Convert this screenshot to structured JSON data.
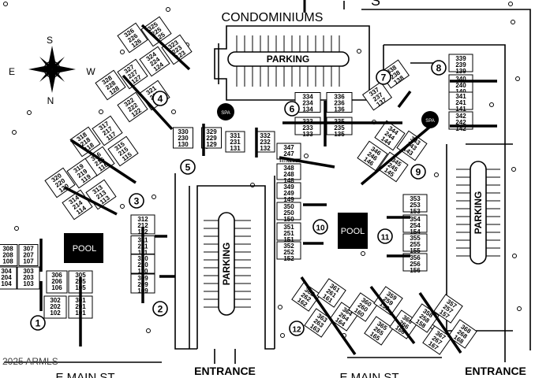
{
  "title": "CONDOMINIUMS",
  "compass": {
    "n": "N",
    "s": "S",
    "e": "E",
    "w": "W"
  },
  "parking": {
    "top": "PARKING",
    "center": "PARKING",
    "right": "PARKING"
  },
  "pools": {
    "left": "POOL",
    "center": "POOL"
  },
  "spas": {
    "left": "SPA",
    "right": "SPA"
  },
  "fitness": "FITNESS",
  "streets": {
    "left": "E MAIN ST",
    "right": "E MAIN ST"
  },
  "entrances": {
    "left": "ENTRANCE",
    "right": "ENTRANCE"
  },
  "copyright": "2025 ARMLS",
  "top_glyph": "S",
  "buildings": [
    {
      "number": "1",
      "units": [
        {
          "id": "u-308",
          "lines": [
            "308",
            "208",
            "108"
          ]
        },
        {
          "id": "u-307",
          "lines": [
            "307",
            "207",
            "107"
          ]
        },
        {
          "id": "u-304",
          "lines": [
            "304",
            "204",
            "104"
          ]
        },
        {
          "id": "u-303",
          "lines": [
            "303",
            "203",
            "103"
          ]
        },
        {
          "id": "u-306",
          "lines": [
            "306",
            "206",
            "106"
          ]
        },
        {
          "id": "u-305",
          "lines": [
            "305",
            "205",
            "105"
          ]
        },
        {
          "id": "u-302",
          "lines": [
            "302",
            "202",
            "102"
          ]
        },
        {
          "id": "u-301",
          "lines": [
            "301",
            "201",
            "101"
          ]
        }
      ]
    },
    {
      "number": "2",
      "units": [
        {
          "id": "u-312",
          "lines": [
            "312",
            "212",
            "112"
          ]
        },
        {
          "id": "u-311",
          "lines": [
            "311",
            "211",
            "111"
          ]
        },
        {
          "id": "u-310",
          "lines": [
            "310",
            "210",
            "110"
          ]
        },
        {
          "id": "u-309",
          "lines": [
            "309",
            "209",
            "109"
          ]
        }
      ]
    },
    {
      "number": "3",
      "units": [
        {
          "id": "u-317",
          "lines": [
            "317",
            "217",
            "117"
          ]
        },
        {
          "id": "u-318",
          "lines": [
            "318",
            "218",
            "118"
          ]
        },
        {
          "id": "u-315",
          "lines": [
            "315",
            "215",
            "115"
          ]
        },
        {
          "id": "u-316",
          "lines": [
            "316",
            "216",
            "116"
          ]
        },
        {
          "id": "u-319",
          "lines": [
            "319",
            "219",
            "119"
          ]
        },
        {
          "id": "u-320",
          "lines": [
            "320",
            "220",
            "120"
          ]
        },
        {
          "id": "u-313",
          "lines": [
            "313",
            "213",
            "113"
          ]
        },
        {
          "id": "u-314",
          "lines": [
            "314",
            "214",
            "114"
          ]
        }
      ]
    },
    {
      "number": "4",
      "units": [
        {
          "id": "u-326",
          "lines": [
            "326",
            "226",
            "126"
          ]
        },
        {
          "id": "u-325",
          "lines": [
            "325",
            "225",
            "125"
          ]
        },
        {
          "id": "u-323",
          "lines": [
            "323",
            "223",
            "123"
          ]
        },
        {
          "id": "u-324",
          "lines": [
            "324",
            "224",
            "124"
          ]
        },
        {
          "id": "u-327",
          "lines": [
            "327",
            "227",
            "127"
          ]
        },
        {
          "id": "u-328",
          "lines": [
            "328",
            "228",
            "128"
          ]
        },
        {
          "id": "u-321",
          "lines": [
            "321",
            "221",
            "121"
          ]
        },
        {
          "id": "u-322",
          "lines": [
            "322",
            "222",
            "122"
          ]
        }
      ]
    },
    {
      "number": "5",
      "units": [
        {
          "id": "u-330",
          "lines": [
            "330",
            "230",
            "130"
          ]
        },
        {
          "id": "u-329",
          "lines": [
            "329",
            "229",
            "129"
          ]
        },
        {
          "id": "u-331",
          "lines": [
            "331",
            "231",
            "131"
          ]
        },
        {
          "id": "u-332",
          "lines": [
            "332",
            "232",
            "132"
          ]
        }
      ]
    },
    {
      "number": "6",
      "units": [
        {
          "id": "u-334",
          "lines": [
            "334",
            "234",
            "134"
          ]
        },
        {
          "id": "u-336",
          "lines": [
            "336",
            "236",
            "136"
          ]
        },
        {
          "id": "u-333",
          "lines": [
            "333",
            "233",
            "133"
          ]
        },
        {
          "id": "u-335",
          "lines": [
            "335",
            "235",
            "135"
          ]
        }
      ]
    },
    {
      "number": "7",
      "units": [
        {
          "id": "u-338",
          "lines": [
            "338",
            "238",
            "138"
          ]
        },
        {
          "id": "u-337",
          "lines": [
            "337",
            "237",
            "137"
          ]
        }
      ]
    },
    {
      "number": "8",
      "units": [
        {
          "id": "u-339",
          "lines": [
            "339",
            "239",
            "139"
          ]
        },
        {
          "id": "u-340",
          "lines": [
            "340",
            "240",
            "140"
          ]
        },
        {
          "id": "u-341",
          "lines": [
            "341",
            "241",
            "141"
          ]
        },
        {
          "id": "u-342",
          "lines": [
            "342",
            "242",
            "142"
          ]
        }
      ]
    },
    {
      "number": "9",
      "units": [
        {
          "id": "u-344",
          "lines": [
            "344",
            "244",
            "144"
          ]
        },
        {
          "id": "u-343",
          "lines": [
            "343",
            "243",
            "143"
          ]
        },
        {
          "id": "u-346",
          "lines": [
            "346",
            "246",
            "146"
          ]
        },
        {
          "id": "u-345",
          "lines": [
            "345",
            "245",
            "145"
          ]
        }
      ]
    },
    {
      "number": "10",
      "units": [
        {
          "id": "u-347",
          "lines": [
            "347",
            "247",
            "FITNESS"
          ]
        },
        {
          "id": "u-348",
          "lines": [
            "348",
            "248",
            "148"
          ]
        },
        {
          "id": "u-349",
          "lines": [
            "349",
            "249",
            "149"
          ]
        },
        {
          "id": "u-350",
          "lines": [
            "350",
            "250",
            "150"
          ]
        },
        {
          "id": "u-351",
          "lines": [
            "351",
            "251",
            "151"
          ]
        },
        {
          "id": "u-352",
          "lines": [
            "352",
            "252",
            "152"
          ]
        }
      ]
    },
    {
      "number": "11",
      "units": [
        {
          "id": "u-353",
          "lines": [
            "353",
            "253",
            "153"
          ]
        },
        {
          "id": "u-354",
          "lines": [
            "354",
            "254",
            "154"
          ]
        },
        {
          "id": "u-355",
          "lines": [
            "355",
            "255",
            "155"
          ]
        },
        {
          "id": "u-356",
          "lines": [
            "356",
            "256",
            "156"
          ]
        }
      ]
    },
    {
      "number": "12",
      "units": [
        {
          "id": "u-362",
          "lines": [
            "362",
            "262",
            "162"
          ]
        },
        {
          "id": "u-361",
          "lines": [
            "361",
            "261",
            "161"
          ]
        },
        {
          "id": "u-363",
          "lines": [
            "363",
            "263",
            "163"
          ]
        },
        {
          "id": "u-364",
          "lines": [
            "364",
            "264",
            "164"
          ]
        },
        {
          "id": "u-360",
          "lines": [
            "360",
            "260",
            "160"
          ]
        },
        {
          "id": "u-359",
          "lines": [
            "359",
            "259",
            "159"
          ]
        },
        {
          "id": "u-365",
          "lines": [
            "365",
            "265",
            "165"
          ]
        },
        {
          "id": "u-366",
          "lines": [
            "366",
            "266",
            "166"
          ]
        },
        {
          "id": "u-358",
          "lines": [
            "358",
            "258",
            "158"
          ]
        },
        {
          "id": "u-357",
          "lines": [
            "357",
            "257",
            "157"
          ]
        },
        {
          "id": "u-367",
          "lines": [
            "367",
            "267",
            "167"
          ]
        },
        {
          "id": "u-368",
          "lines": [
            "368",
            "268",
            "168"
          ]
        }
      ]
    }
  ]
}
